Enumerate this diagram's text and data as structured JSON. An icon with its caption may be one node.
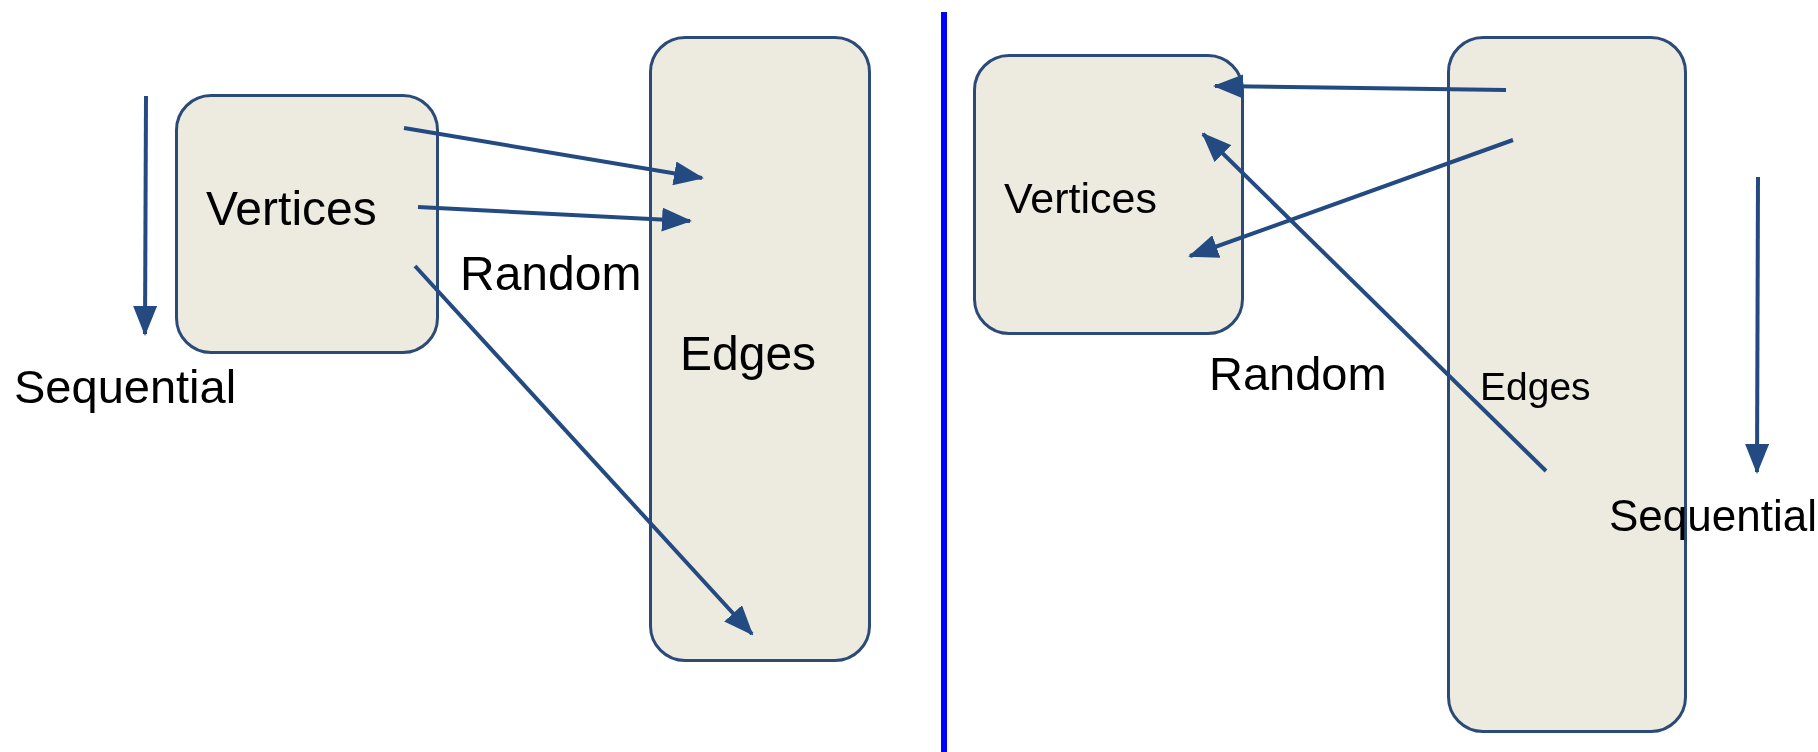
{
  "diagram": {
    "nodes": [
      {
        "text": [
          "Vertices"
        ]
      },
      {
        "text": [
          "Edges"
        ]
      },
      {
        "text": [
          "Vertices"
        ]
      },
      {
        "text": [
          "Edges"
        ]
      }
    ],
    "edges": [
      {
        "from": 0,
        "to": 1,
        "arrow": "to"
      },
      {
        "from": 0,
        "to": 1,
        "arrow": "to"
      },
      {
        "from": 0,
        "to": 1,
        "arrow": "to"
      },
      {
        "from": 3,
        "to": 2,
        "arrow": "to"
      },
      {
        "from": 3,
        "to": 2,
        "arrow": "to"
      },
      {
        "from": 3,
        "to": 2,
        "arrow": "to"
      }
    ],
    "labels": [
      "Random",
      "Sequential",
      "Random",
      "Sequential"
    ]
  }
}
